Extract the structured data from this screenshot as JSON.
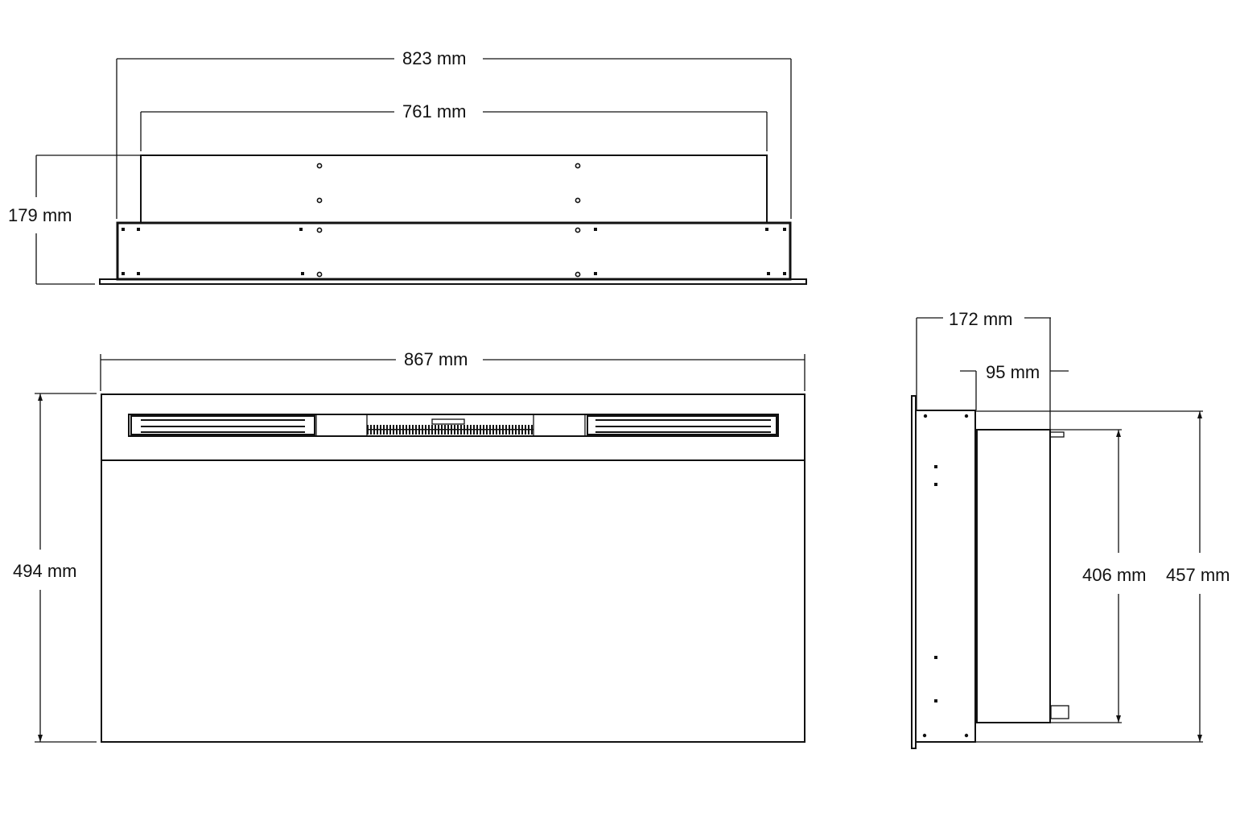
{
  "drawing": {
    "title": "Electric fireplace insert dimension drawing",
    "stroke_color": "#111111",
    "background": "#ffffff",
    "units": "mm"
  },
  "top_view": {
    "overall_width": "823 mm",
    "body_width": "761 mm",
    "depth": "179 mm"
  },
  "front_view": {
    "width": "867 mm",
    "height": "494 mm"
  },
  "side_view": {
    "total_depth": "172 mm",
    "body_depth": "95 mm",
    "body_height": "406 mm",
    "frame_height": "457 mm"
  }
}
